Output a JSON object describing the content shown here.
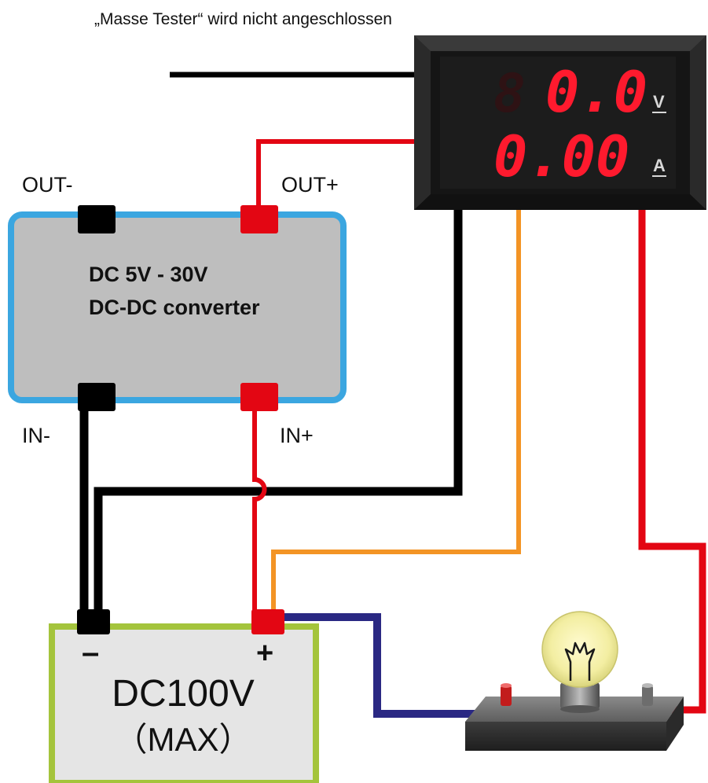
{
  "note": "„Masse Tester“ wird nicht angeschlossen",
  "meter": {
    "voltage_reading": "0.0",
    "current_reading": "0.00",
    "voltage_unit": "V",
    "current_unit": "A"
  },
  "converter": {
    "range": "DC 5V - 30V",
    "name": "DC-DC converter",
    "terminals": {
      "out_minus": "OUT-",
      "out_plus": "OUT+",
      "in_minus": "IN-",
      "in_plus": "IN+"
    }
  },
  "source": {
    "minus": "–",
    "plus": "+",
    "voltage": "DC100V",
    "max": "（MAX）"
  },
  "colors": {
    "black_wire": "#000000",
    "red_wire": "#e30613",
    "orange_wire": "#f39425",
    "navy_wire": "#2a2883",
    "converter_border": "#3ba6e0",
    "converter_fill": "#bebebe",
    "source_border": "#a4c43c",
    "source_fill": "#e5e5e5",
    "display_red": "#ff1a2e",
    "meter_face": "#1c1c1c"
  },
  "icons": [
    "bulb-icon"
  ]
}
